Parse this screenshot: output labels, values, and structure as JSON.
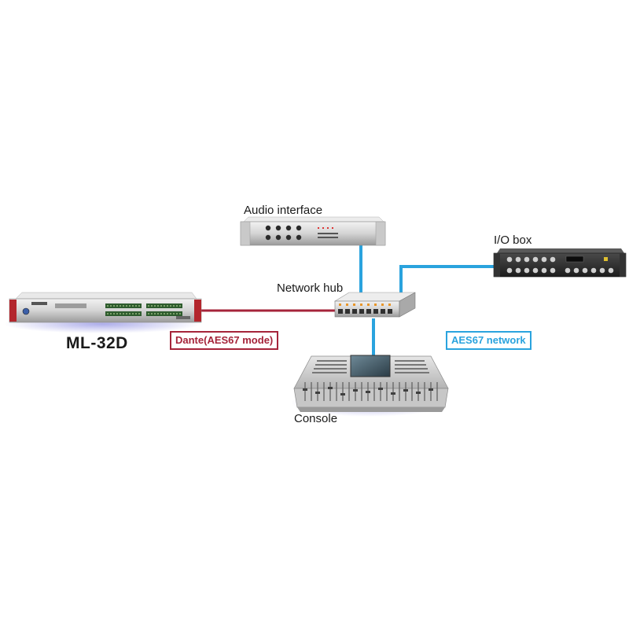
{
  "devices": {
    "audio_interface": "Audio interface",
    "io_box": "I/O box",
    "network_hub": "Network hub",
    "console": "Console",
    "ml32d": "ML-32D"
  },
  "links": {
    "dante": "Dante(AES67 mode)",
    "aes67": "AES67 network"
  },
  "colors": {
    "dante_link": "#a5243a",
    "aes67_link": "#2aa3de"
  }
}
